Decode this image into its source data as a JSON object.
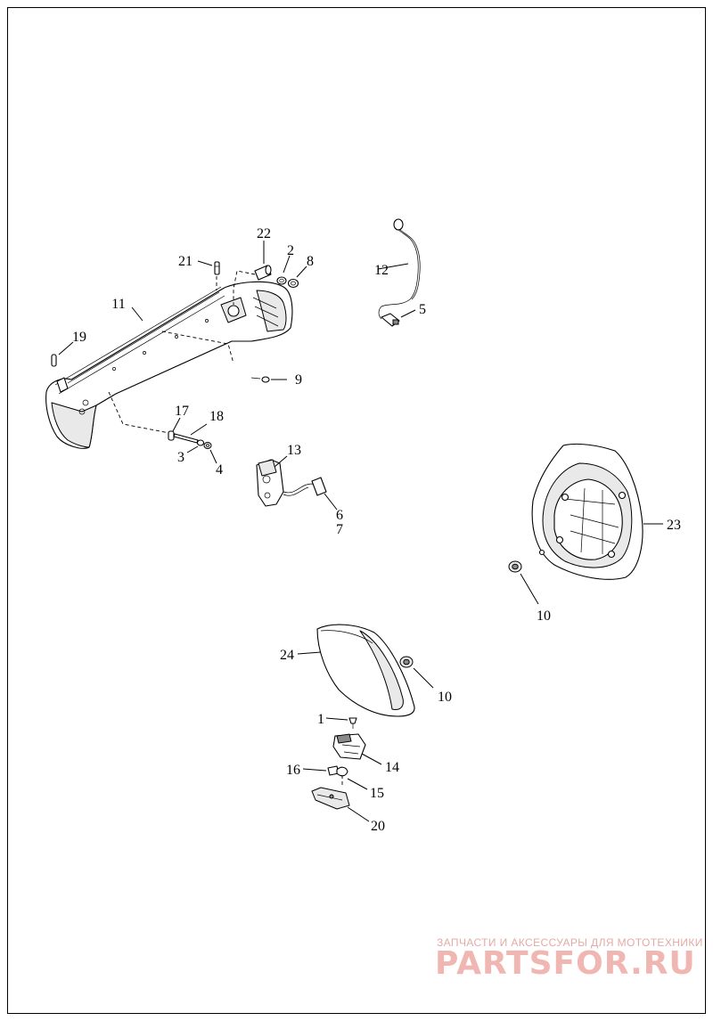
{
  "diagram": {
    "callouts": {
      "c1": "1",
      "c2": "2",
      "c3": "3",
      "c4": "4",
      "c5": "5",
      "c6": "6",
      "c7": "7",
      "c8": "8",
      "c9": "9",
      "c10a": "10",
      "c10b": "10",
      "c11": "11",
      "c12": "12",
      "c13": "13",
      "c14": "14",
      "c15": "15",
      "c16": "16",
      "c17": "17",
      "c18": "18",
      "c19": "19",
      "c20": "20",
      "c21": "21",
      "c22": "22",
      "c23": "23",
      "c24": "24"
    }
  },
  "watermark": {
    "tagline": "ЗАПЧАСТИ И АКСЕССУАРЫ ДЛЯ МОТОТЕХНИКИ",
    "logo": "PARTSFOR.RU",
    "color": "#f0b6b2"
  }
}
